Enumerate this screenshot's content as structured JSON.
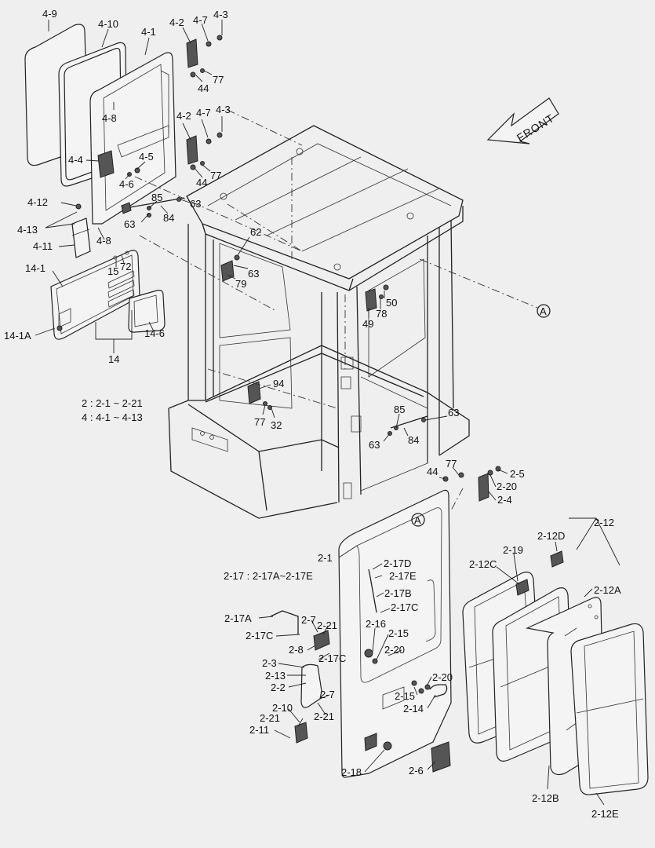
{
  "labels": [
    {
      "text": "4-9"
    },
    {
      "text": "4-10"
    },
    {
      "text": "4-1"
    },
    {
      "text": "4-2"
    },
    {
      "text": "4-7"
    },
    {
      "text": "4-3"
    },
    {
      "text": "77"
    },
    {
      "text": "44"
    },
    {
      "text": "4-8"
    },
    {
      "text": "4-2"
    },
    {
      "text": "4-7"
    },
    {
      "text": "4-3"
    },
    {
      "text": "4-4"
    },
    {
      "text": "4-5"
    },
    {
      "text": "4-6"
    },
    {
      "text": "77"
    },
    {
      "text": "44"
    },
    {
      "text": "4-12"
    },
    {
      "text": "85"
    },
    {
      "text": "63"
    },
    {
      "text": "4-13"
    },
    {
      "text": "63"
    },
    {
      "text": "84"
    },
    {
      "text": "4-11"
    },
    {
      "text": "4-8"
    },
    {
      "text": "62"
    },
    {
      "text": "14-1"
    },
    {
      "text": "15"
    },
    {
      "text": "72"
    },
    {
      "text": "63"
    },
    {
      "text": "79"
    },
    {
      "text": "50"
    },
    {
      "text": "49"
    },
    {
      "text": "78"
    },
    {
      "text": "14-1A"
    },
    {
      "text": "14-6"
    },
    {
      "text": "14"
    },
    {
      "text": "94"
    },
    {
      "text": "2 : 2-1 ~ 2-21"
    },
    {
      "text": "4 : 4-1 ~ 4-13"
    },
    {
      "text": "77"
    },
    {
      "text": "32"
    },
    {
      "text": "85"
    },
    {
      "text": "63"
    },
    {
      "text": "63"
    },
    {
      "text": "84"
    },
    {
      "text": "77"
    },
    {
      "text": "44"
    },
    {
      "text": "2-5"
    },
    {
      "text": "2-20"
    },
    {
      "text": "2-4"
    },
    {
      "text": "2-12"
    },
    {
      "text": "2-12D"
    },
    {
      "text": "2-1"
    },
    {
      "text": "2-19"
    },
    {
      "text": "2-12C"
    },
    {
      "text": "2-17D"
    },
    {
      "text": "2-17E"
    },
    {
      "text": "2-17 : 2-17A~2-17E"
    },
    {
      "text": "2-12A"
    },
    {
      "text": "2-17B"
    },
    {
      "text": "2-17C"
    },
    {
      "text": "2-17A"
    },
    {
      "text": "2-7"
    },
    {
      "text": "2-16"
    },
    {
      "text": "2-21"
    },
    {
      "text": "2-15"
    },
    {
      "text": "2-17C"
    },
    {
      "text": "2-8"
    },
    {
      "text": "2-20"
    },
    {
      "text": "2-17C"
    },
    {
      "text": "2-3"
    },
    {
      "text": "2-13"
    },
    {
      "text": "2-20"
    },
    {
      "text": "2-2"
    },
    {
      "text": "2-15"
    },
    {
      "text": "2-7"
    },
    {
      "text": "2-14"
    },
    {
      "text": "2-10"
    },
    {
      "text": "2-21"
    },
    {
      "text": "2-21"
    },
    {
      "text": "2-11"
    },
    {
      "text": "2-18"
    },
    {
      "text": "2-6"
    },
    {
      "text": "2-12B"
    },
    {
      "text": "2-12E"
    }
  ],
  "front_label": "FRONT",
  "ref_marker": "A"
}
